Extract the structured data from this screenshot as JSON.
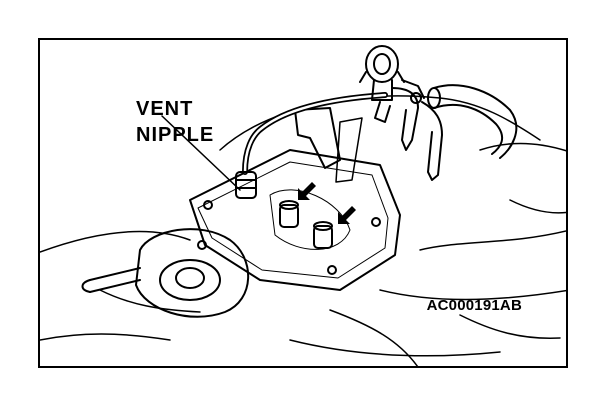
{
  "callout": {
    "line1": "VENT",
    "line2": "NIPPLE"
  },
  "figure_code": "AC000191AB",
  "colors": {
    "ink": "#000000",
    "paper": "#ffffff"
  }
}
